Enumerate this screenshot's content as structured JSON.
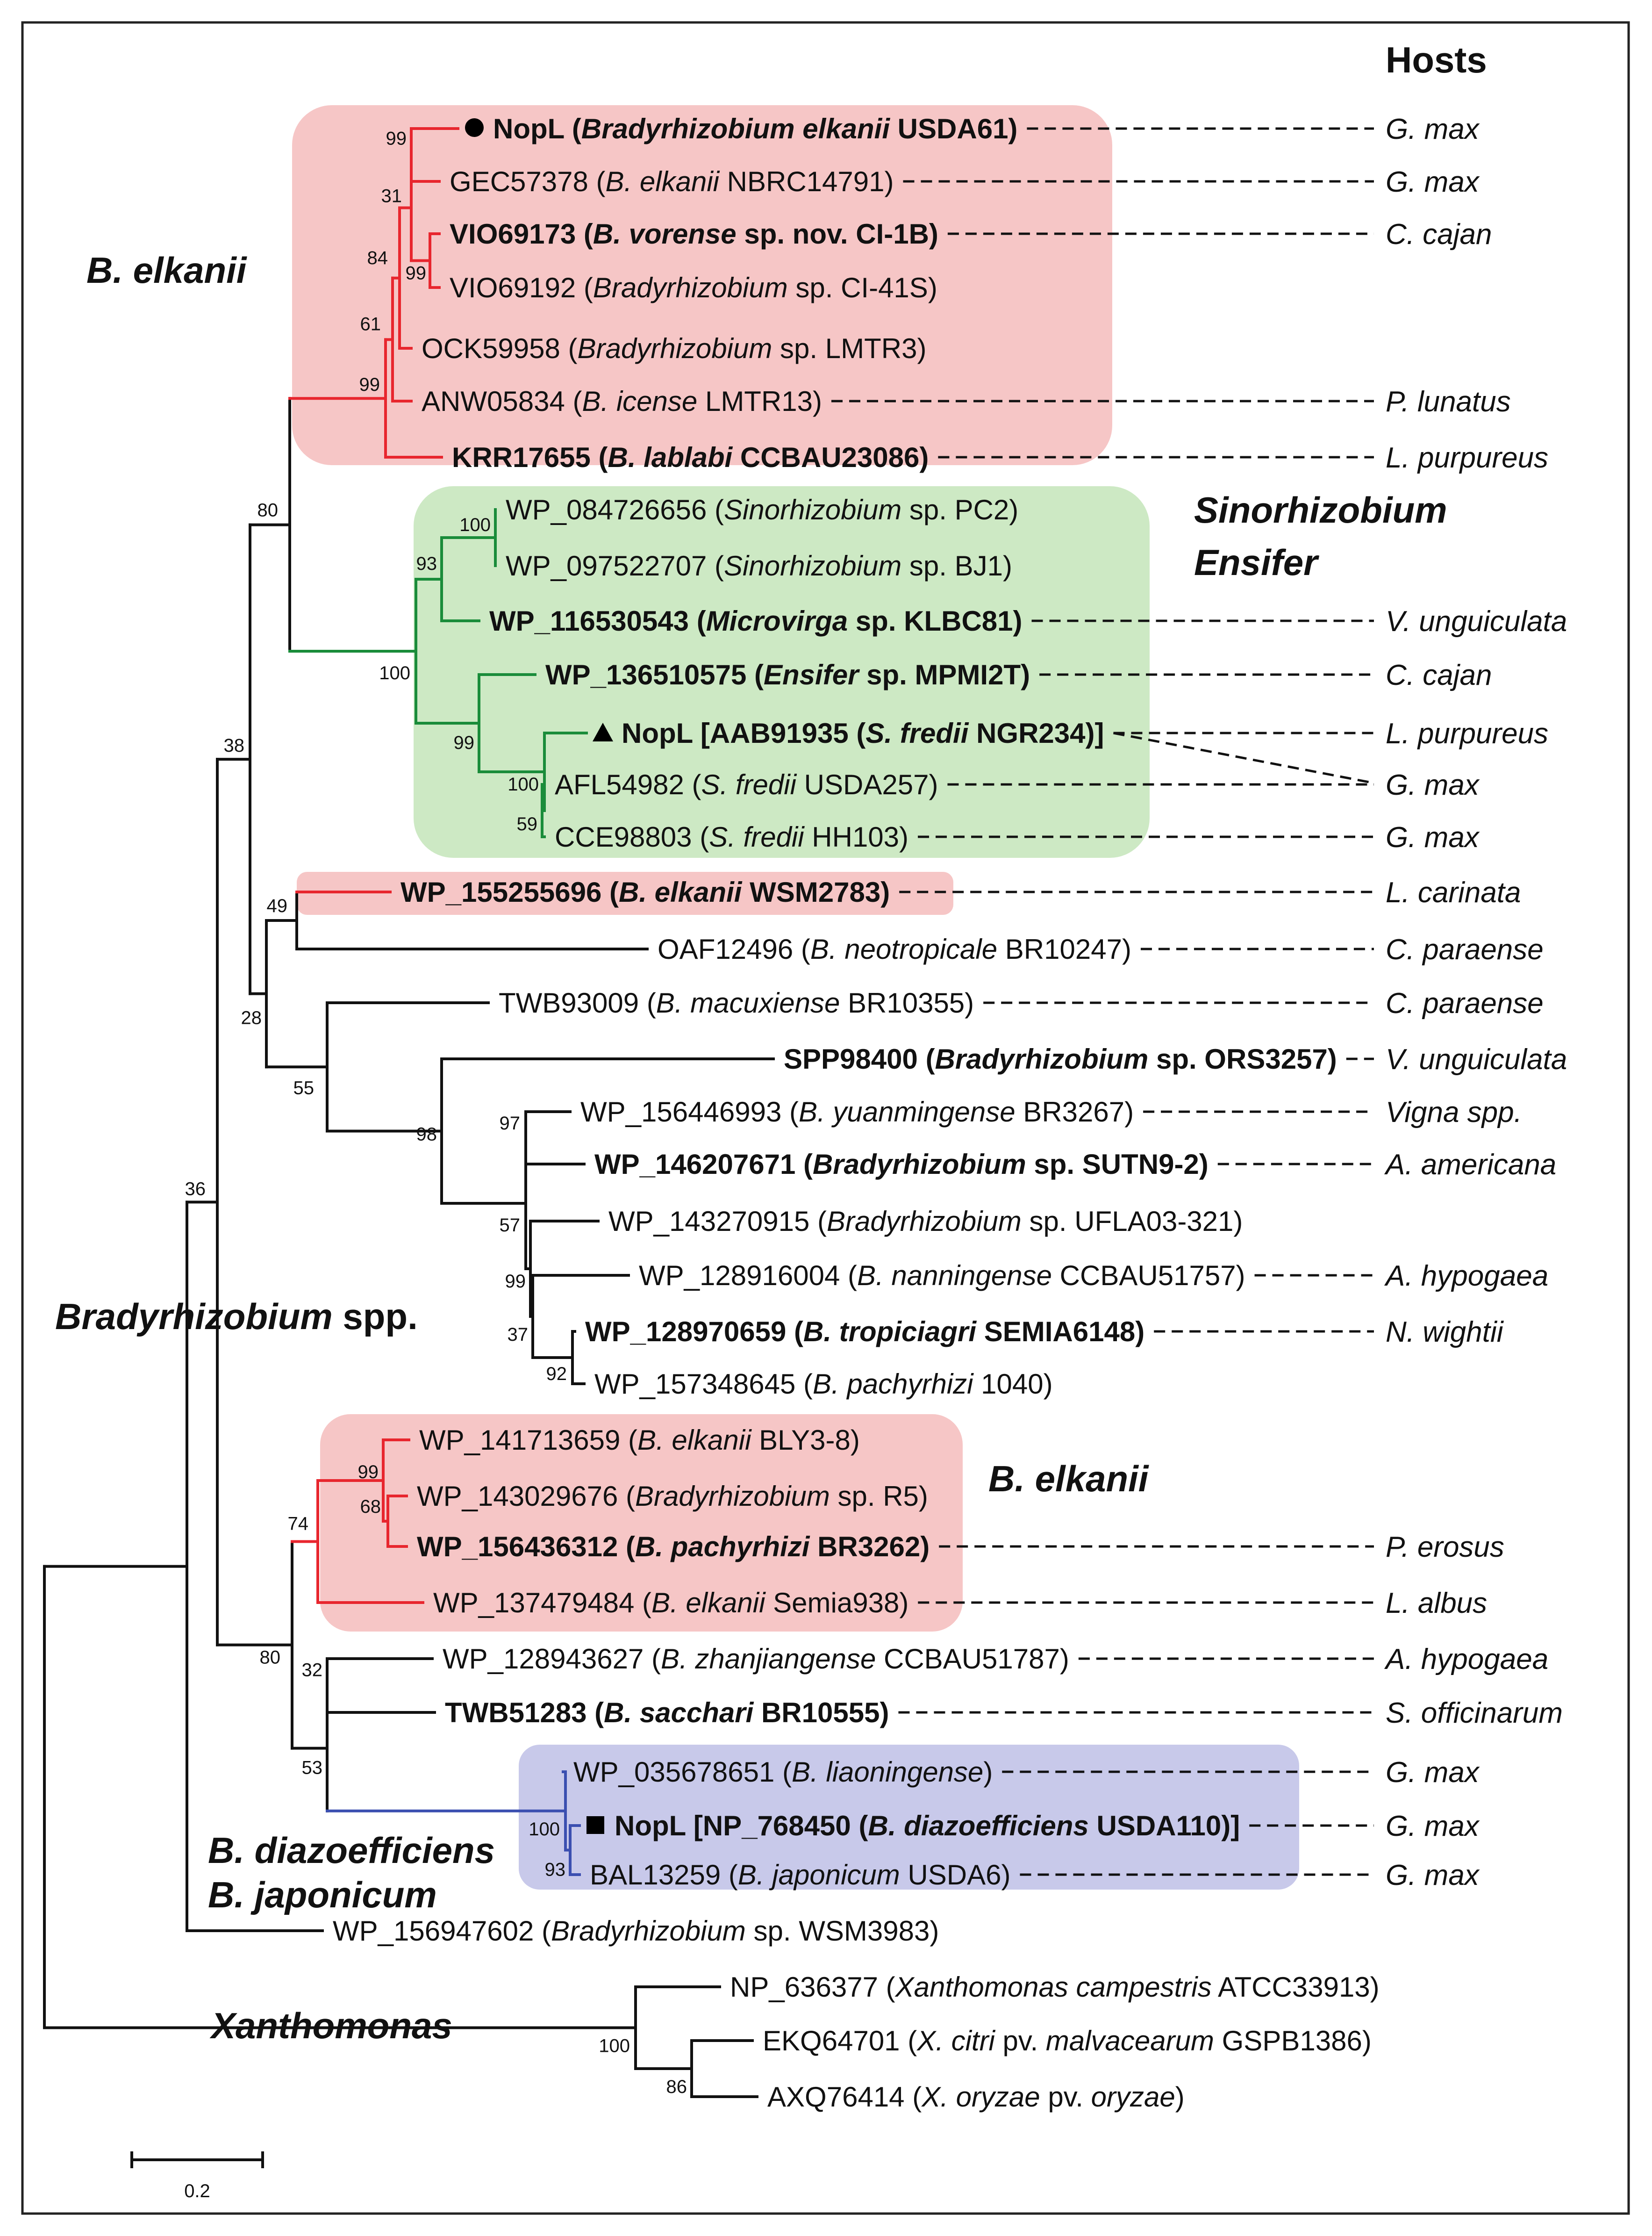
{
  "header": {
    "hosts_title": "Hosts"
  },
  "clade_labels": [
    {
      "id": "belk1",
      "text": "B. elkanii"
    },
    {
      "id": "sino1",
      "text": "Sinorhizobium"
    },
    {
      "id": "sino2",
      "text": "Ensifer"
    },
    {
      "id": "brady",
      "text": "Bradyrhizobium",
      "suffix": " spp."
    },
    {
      "id": "belk2",
      "text": "B. elkanii"
    },
    {
      "id": "bdiaz",
      "text": "B. diazoefficiens"
    },
    {
      "id": "bjap",
      "text": "B. japonicum"
    },
    {
      "id": "xanth",
      "text": "Xanthomonas"
    }
  ],
  "colors": {
    "b_elkanii": "#e8262e",
    "sinorhizobium": "#1a8c3a",
    "b_diazoefficiens": "#3b4fb0",
    "default": "#111111",
    "box_red": "#f6c6c6",
    "box_green": "#cde9c4",
    "box_blue": "#c8c9ea"
  },
  "leaves": [
    {
      "id": "L1",
      "bold": true,
      "marker": "circle",
      "parts": [
        {
          "t": "NopL (",
          "s": "b"
        },
        {
          "t": "Bradyrhizobium elkanii",
          "s": "bi"
        },
        {
          "t": " USDA61)",
          "s": "b"
        }
      ],
      "host": "G. max"
    },
    {
      "id": "L2",
      "bold": false,
      "parts": [
        {
          "t": "GEC57378 (",
          "s": ""
        },
        {
          "t": "B. elkanii",
          "s": "i"
        },
        {
          "t": " NBRC14791)",
          "s": ""
        }
      ],
      "host": "G. max"
    },
    {
      "id": "L3",
      "bold": true,
      "parts": [
        {
          "t": "VIO69173 (",
          "s": "b"
        },
        {
          "t": "B. vorense",
          "s": "bi"
        },
        {
          "t": " sp. nov. CI-1B)",
          "s": "b"
        }
      ],
      "host": "C. cajan"
    },
    {
      "id": "L4",
      "bold": false,
      "parts": [
        {
          "t": "VIO69192 (",
          "s": ""
        },
        {
          "t": "Bradyrhizobium",
          "s": "i"
        },
        {
          "t": " sp. CI-41S)",
          "s": ""
        }
      ],
      "host": ""
    },
    {
      "id": "L5",
      "bold": false,
      "parts": [
        {
          "t": "OCK59958 (",
          "s": ""
        },
        {
          "t": "Bradyrhizobium",
          "s": "i"
        },
        {
          "t": " sp. LMTR3)",
          "s": ""
        }
      ],
      "host": ""
    },
    {
      "id": "L6",
      "bold": false,
      "parts": [
        {
          "t": "ANW05834 (",
          "s": ""
        },
        {
          "t": "B. icense",
          "s": "i"
        },
        {
          "t": " LMTR13)",
          "s": ""
        }
      ],
      "host": "P. lunatus"
    },
    {
      "id": "L7",
      "bold": true,
      "parts": [
        {
          "t": "KRR17655 (",
          "s": "b"
        },
        {
          "t": "B. lablabi",
          "s": "bi"
        },
        {
          "t": " CCBAU23086)",
          "s": "b"
        }
      ],
      "host": "L. purpureus"
    },
    {
      "id": "L8",
      "bold": false,
      "parts": [
        {
          "t": "WP_084726656 (",
          "s": ""
        },
        {
          "t": "Sinorhizobium",
          "s": "i"
        },
        {
          "t": " sp. PC2)",
          "s": ""
        }
      ],
      "host": ""
    },
    {
      "id": "L9",
      "bold": false,
      "parts": [
        {
          "t": "WP_097522707 (",
          "s": ""
        },
        {
          "t": "Sinorhizobium",
          "s": "i"
        },
        {
          "t": " sp. BJ1)",
          "s": ""
        }
      ],
      "host": ""
    },
    {
      "id": "L10",
      "bold": true,
      "parts": [
        {
          "t": "WP_116530543 (",
          "s": "b"
        },
        {
          "t": "Microvirga",
          "s": "bi"
        },
        {
          "t": " sp. KLBC81)",
          "s": "b"
        }
      ],
      "host": "V. unguiculata"
    },
    {
      "id": "L11",
      "bold": true,
      "parts": [
        {
          "t": "WP_136510575 (",
          "s": "b"
        },
        {
          "t": "Ensifer",
          "s": "bi"
        },
        {
          "t": " sp. MPMI2T)",
          "s": "b"
        }
      ],
      "host": "C. cajan"
    },
    {
      "id": "L12",
      "bold": true,
      "marker": "triangle",
      "parts": [
        {
          "t": "NopL [AAB91935 (",
          "s": "b"
        },
        {
          "t": "S. fredii",
          "s": "bi"
        },
        {
          "t": " NGR234)]",
          "s": "b"
        }
      ],
      "host": "L. purpureus"
    },
    {
      "id": "L13",
      "bold": false,
      "parts": [
        {
          "t": "AFL54982 (",
          "s": ""
        },
        {
          "t": "S. fredii",
          "s": "i"
        },
        {
          "t": " USDA257)",
          "s": ""
        }
      ],
      "host": "G. max"
    },
    {
      "id": "L14",
      "bold": false,
      "parts": [
        {
          "t": "CCE98803 (",
          "s": ""
        },
        {
          "t": "S. fredii",
          "s": "i"
        },
        {
          "t": " HH103)",
          "s": ""
        }
      ],
      "host": "G. max"
    },
    {
      "id": "L15",
      "bold": true,
      "parts": [
        {
          "t": "WP_155255696 (",
          "s": "b"
        },
        {
          "t": "B. elkanii",
          "s": "bi"
        },
        {
          "t": " WSM2783)",
          "s": "b"
        }
      ],
      "host": "L. carinata"
    },
    {
      "id": "L16",
      "bold": false,
      "parts": [
        {
          "t": "OAF12496 (",
          "s": ""
        },
        {
          "t": "B. neotropicale",
          "s": "i"
        },
        {
          "t": " BR10247)",
          "s": ""
        }
      ],
      "host": "C. paraense"
    },
    {
      "id": "L17",
      "bold": false,
      "parts": [
        {
          "t": "TWB93009 (",
          "s": ""
        },
        {
          "t": "B. macuxiense",
          "s": "i"
        },
        {
          "t": " BR10355)",
          "s": ""
        }
      ],
      "host": "C. paraense"
    },
    {
      "id": "L18",
      "bold": true,
      "parts": [
        {
          "t": "SPP98400 (",
          "s": "b"
        },
        {
          "t": "Bradyrhizobium",
          "s": "bi"
        },
        {
          "t": " sp. ORS3257)",
          "s": "b"
        }
      ],
      "host": "V. unguiculata"
    },
    {
      "id": "L19",
      "bold": false,
      "parts": [
        {
          "t": "WP_156446993 (",
          "s": ""
        },
        {
          "t": "B. yuanmingense",
          "s": "i"
        },
        {
          "t": " BR3267)",
          "s": ""
        }
      ],
      "host": "Vigna spp."
    },
    {
      "id": "L20",
      "bold": true,
      "parts": [
        {
          "t": "WP_146207671 (",
          "s": "b"
        },
        {
          "t": "Bradyrhizobium",
          "s": "bi"
        },
        {
          "t": " sp. SUTN9-2)",
          "s": "b"
        }
      ],
      "host": "A. americana"
    },
    {
      "id": "L21",
      "bold": false,
      "parts": [
        {
          "t": "WP_143270915 (",
          "s": ""
        },
        {
          "t": "Bradyrhizobium",
          "s": "i"
        },
        {
          "t": " sp. UFLA03-321)",
          "s": ""
        }
      ],
      "host": ""
    },
    {
      "id": "L22",
      "bold": false,
      "parts": [
        {
          "t": "WP_128916004 (",
          "s": ""
        },
        {
          "t": "B. nanningense",
          "s": "i"
        },
        {
          "t": " CCBAU51757)",
          "s": ""
        }
      ],
      "host": "A. hypogaea"
    },
    {
      "id": "L23",
      "bold": true,
      "parts": [
        {
          "t": "WP_128970659 (",
          "s": "b"
        },
        {
          "t": "B. tropiciagri",
          "s": "bi"
        },
        {
          "t": " SEMIA6148)",
          "s": "b"
        }
      ],
      "host": "N. wightii"
    },
    {
      "id": "L24",
      "bold": false,
      "parts": [
        {
          "t": "WP_157348645 (",
          "s": ""
        },
        {
          "t": "B. pachyrhizi",
          "s": "i"
        },
        {
          "t": " 1040)",
          "s": ""
        }
      ],
      "host": ""
    },
    {
      "id": "L25",
      "bold": false,
      "parts": [
        {
          "t": "WP_141713659 (",
          "s": ""
        },
        {
          "t": "B. elkanii",
          "s": "i"
        },
        {
          "t": " BLY3-8)",
          "s": ""
        }
      ],
      "host": ""
    },
    {
      "id": "L26",
      "bold": false,
      "parts": [
        {
          "t": "WP_143029676 (",
          "s": ""
        },
        {
          "t": "Bradyrhizobium",
          "s": "i"
        },
        {
          "t": " sp. R5)",
          "s": ""
        }
      ],
      "host": ""
    },
    {
      "id": "L27",
      "bold": true,
      "parts": [
        {
          "t": "WP_156436312 (",
          "s": "b"
        },
        {
          "t": "B. pachyrhizi",
          "s": "bi"
        },
        {
          "t": " BR3262)",
          "s": "b"
        }
      ],
      "host": "P. erosus"
    },
    {
      "id": "L28",
      "bold": false,
      "parts": [
        {
          "t": "WP_137479484 (",
          "s": ""
        },
        {
          "t": "B. elkanii",
          "s": "i"
        },
        {
          "t": " Semia938)",
          "s": ""
        }
      ],
      "host": "L. albus"
    },
    {
      "id": "L29",
      "bold": false,
      "parts": [
        {
          "t": "WP_128943627 (",
          "s": ""
        },
        {
          "t": "B. zhanjiangense",
          "s": "i"
        },
        {
          "t": " CCBAU51787)",
          "s": ""
        }
      ],
      "host": "A. hypogaea"
    },
    {
      "id": "L30",
      "bold": true,
      "parts": [
        {
          "t": "TWB51283 (",
          "s": "b"
        },
        {
          "t": "B. sacchari",
          "s": "bi"
        },
        {
          "t": " BR10555)",
          "s": "b"
        }
      ],
      "host": "S. officinarum"
    },
    {
      "id": "L31",
      "bold": false,
      "parts": [
        {
          "t": "WP_035678651 (",
          "s": ""
        },
        {
          "t": "B. liaoningense",
          "s": "i"
        },
        {
          "t": ")",
          "s": ""
        }
      ],
      "host": "G. max"
    },
    {
      "id": "L32",
      "bold": true,
      "marker": "square",
      "parts": [
        {
          "t": "NopL [NP_768450 (",
          "s": "b"
        },
        {
          "t": "B. diazoefficiens",
          "s": "bi"
        },
        {
          "t": " USDA110)]",
          "s": "b"
        }
      ],
      "host": "G. max"
    },
    {
      "id": "L33",
      "bold": false,
      "parts": [
        {
          "t": "BAL13259 (",
          "s": ""
        },
        {
          "t": "B. japonicum",
          "s": "i"
        },
        {
          "t": " USDA6)",
          "s": ""
        }
      ],
      "host": "G. max"
    },
    {
      "id": "L34",
      "bold": false,
      "parts": [
        {
          "t": "WP_156947602 (",
          "s": ""
        },
        {
          "t": "Bradyrhizobium",
          "s": "i"
        },
        {
          "t": " sp. WSM3983)",
          "s": ""
        }
      ],
      "host": ""
    },
    {
      "id": "L35",
      "bold": false,
      "parts": [
        {
          "t": "NP_636377 (",
          "s": ""
        },
        {
          "t": "Xanthomonas campestris",
          "s": "i"
        },
        {
          "t": " ATCC33913)",
          "s": ""
        }
      ],
      "host": ""
    },
    {
      "id": "L36",
      "bold": false,
      "parts": [
        {
          "t": "EKQ64701 (",
          "s": ""
        },
        {
          "t": "X. citri",
          "s": "i"
        },
        {
          "t": " pv. ",
          "s": ""
        },
        {
          "t": "malvacearum",
          "s": "i"
        },
        {
          "t": " GSPB1386)",
          "s": ""
        }
      ],
      "host": ""
    },
    {
      "id": "L37",
      "bold": false,
      "parts": [
        {
          "t": "AXQ76414 (",
          "s": ""
        },
        {
          "t": "X. oryzae",
          "s": "i"
        },
        {
          "t": " pv. ",
          "s": ""
        },
        {
          "t": "oryzae",
          "s": "i"
        },
        {
          "t": ")",
          "s": ""
        }
      ],
      "host": ""
    }
  ],
  "bootstrap": [
    {
      "id": "n_L1L2",
      "value": "99"
    },
    {
      "id": "n_L3L4",
      "value": "99"
    },
    {
      "id": "n_a",
      "value": "31"
    },
    {
      "id": "n_b",
      "value": "84"
    },
    {
      "id": "n_c",
      "value": "61"
    },
    {
      "id": "n_belk",
      "value": "99"
    },
    {
      "id": "n_sinoPair",
      "value": "100"
    },
    {
      "id": "n_sinoMicro",
      "value": "93"
    },
    {
      "id": "n_fredSub",
      "value": "59"
    },
    {
      "id": "n_fred",
      "value": "100"
    },
    {
      "id": "n_ensFred",
      "value": "99"
    },
    {
      "id": "n_green",
      "value": "100"
    },
    {
      "id": "n_redGreen",
      "value": "80"
    },
    {
      "id": "n_wsm",
      "value": "49"
    },
    {
      "id": "n_L19L20",
      "value": "97"
    },
    {
      "id": "n_L23L24",
      "value": "92"
    },
    {
      "id": "n_L22plus",
      "value": "37"
    },
    {
      "id": "n_L21plus",
      "value": "99"
    },
    {
      "id": "n_vigna",
      "value": "57"
    },
    {
      "id": "n_spp",
      "value": "98"
    },
    {
      "id": "n_mac",
      "value": "55"
    },
    {
      "id": "n_neo",
      "value": "28"
    },
    {
      "id": "n_upper",
      "value": "38"
    },
    {
      "id": "n_L26L27",
      "value": "68"
    },
    {
      "id": "n_L25plus",
      "value": "99"
    },
    {
      "id": "n_belk2",
      "value": "74"
    },
    {
      "id": "n_L32L33",
      "value": "93"
    },
    {
      "id": "n_blue",
      "value": "100"
    },
    {
      "id": "n_zhan",
      "value": "32"
    },
    {
      "id": "n_sacc",
      "value": "53"
    },
    {
      "id": "n_lower",
      "value": "80"
    },
    {
      "id": "n_brady",
      "value": "36"
    },
    {
      "id": "n_xo",
      "value": "86"
    },
    {
      "id": "n_xanth",
      "value": "100"
    }
  ],
  "scale_bar": {
    "label": "0.2",
    "length": 0.2
  }
}
